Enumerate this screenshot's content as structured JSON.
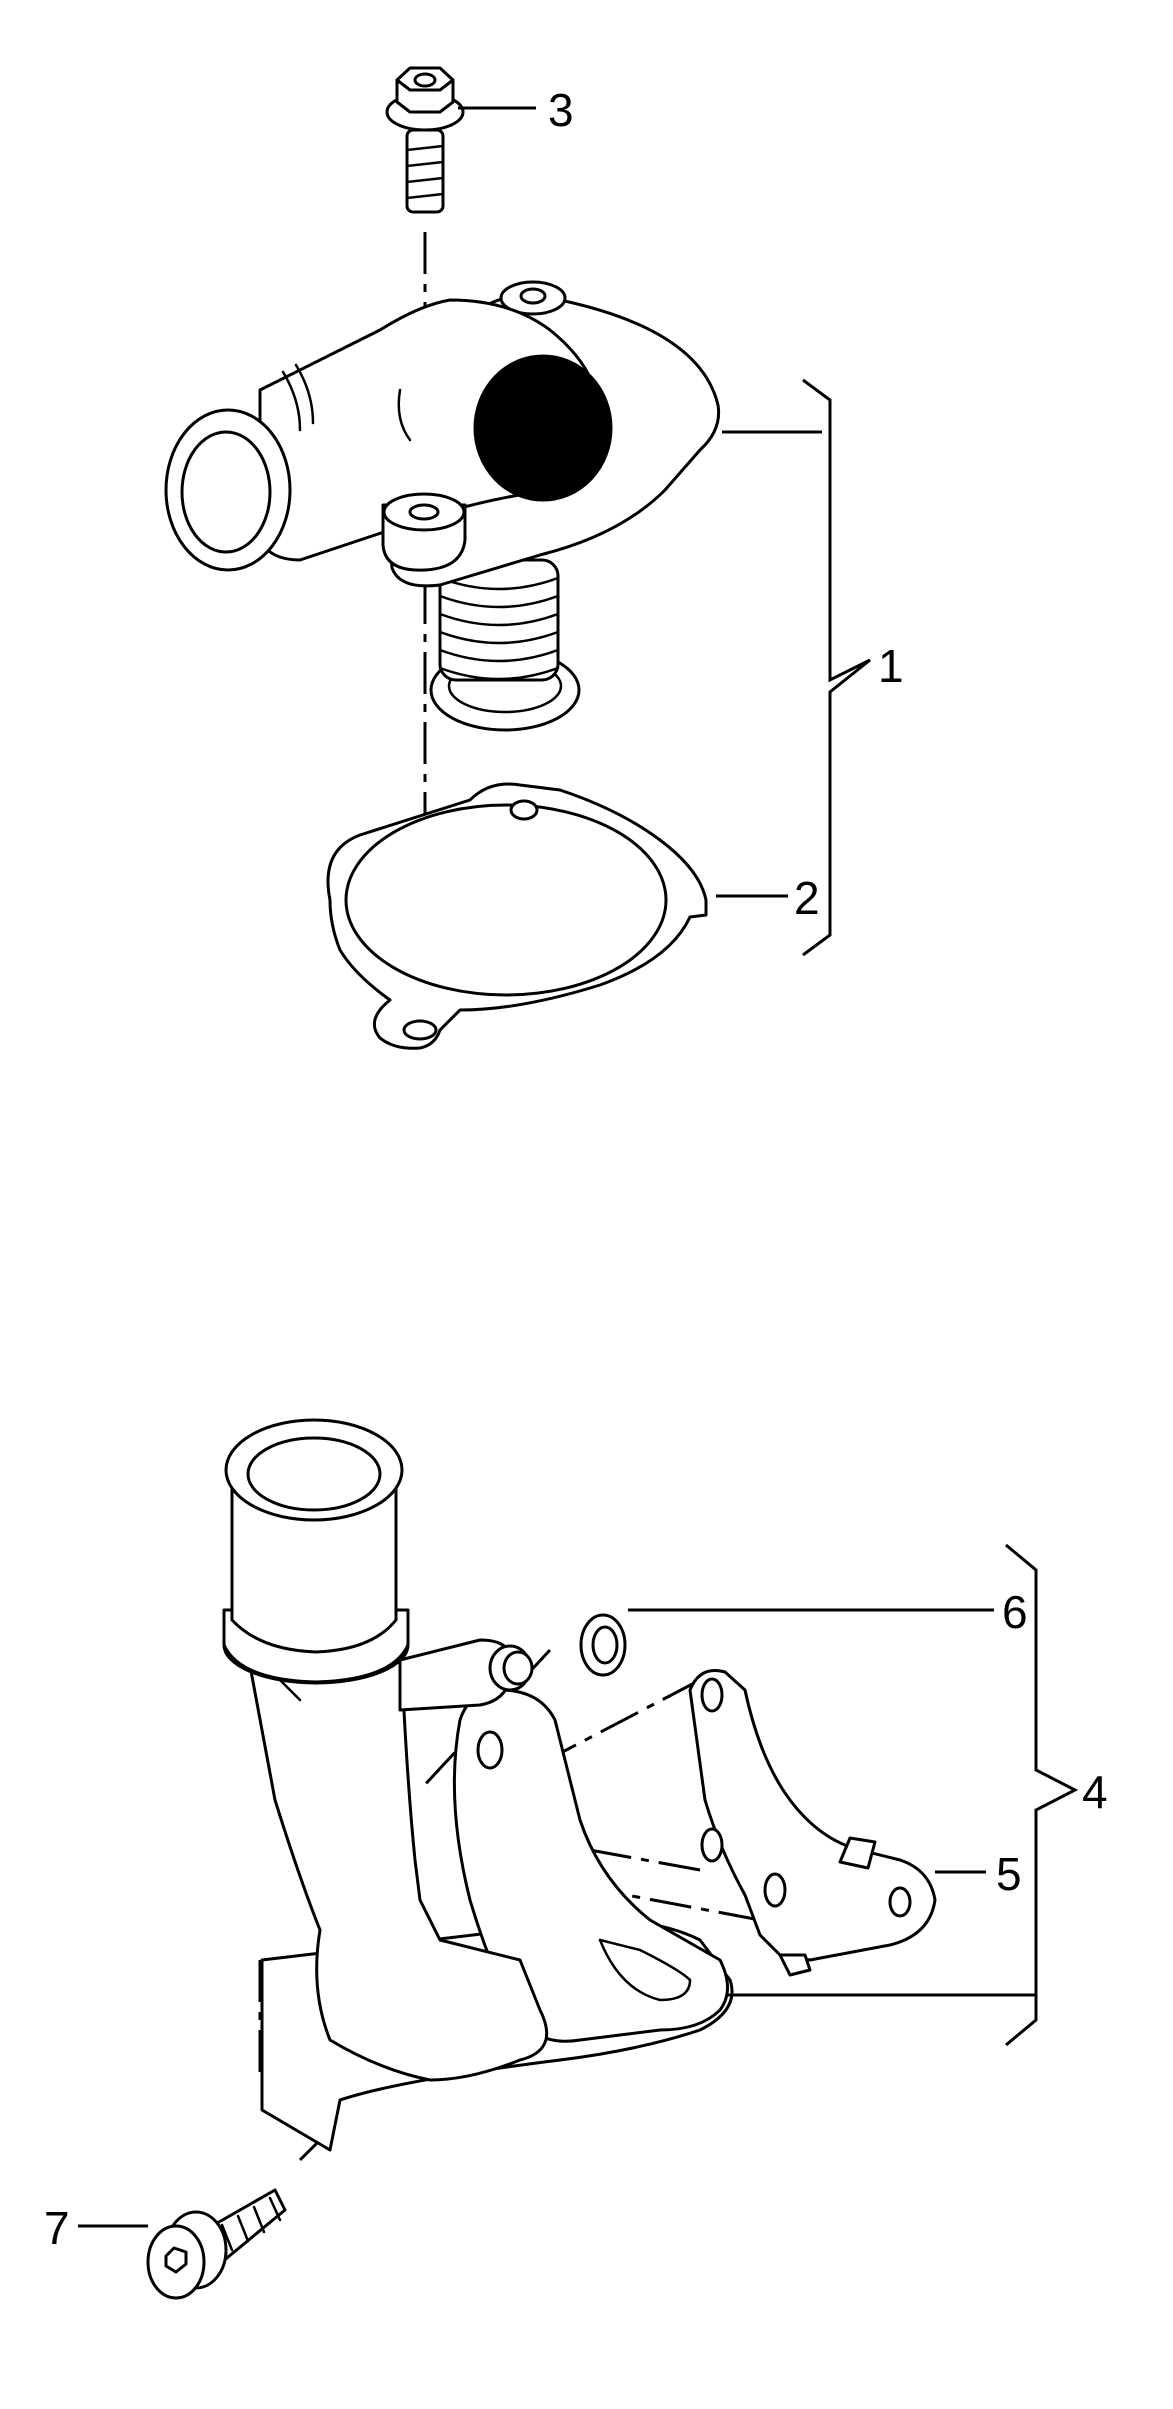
{
  "callouts": {
    "c1": "1",
    "c2": "2",
    "c3": "3",
    "c4": "4",
    "c5": "5",
    "c6": "6",
    "c7": "7"
  },
  "colors": {
    "line": "#000000",
    "background": "#ffffff"
  },
  "icons": {
    "thermostat_housing": "thermostat-housing-icon",
    "thermostat": "thermostat-icon",
    "gasket": "gasket-icon",
    "bolt": "bolt-icon",
    "coolant_flange": "coolant-flange-icon",
    "o_ring": "o-ring-icon",
    "bracket": "bracket-icon",
    "torx_bolt": "torx-bolt-icon"
  }
}
